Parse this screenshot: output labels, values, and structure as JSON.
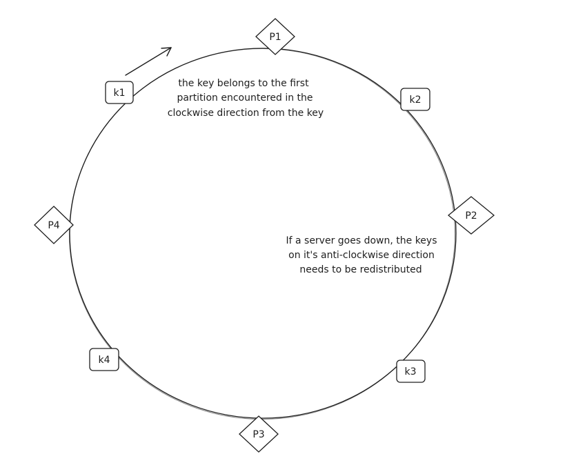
{
  "partitions": [
    {
      "id": "P1",
      "label": "P1"
    },
    {
      "id": "P2",
      "label": "P2"
    },
    {
      "id": "P3",
      "label": "P3"
    },
    {
      "id": "P4",
      "label": "P4"
    }
  ],
  "keys": [
    {
      "id": "k1",
      "label": "k1"
    },
    {
      "id": "k2",
      "label": "k2"
    },
    {
      "id": "k3",
      "label": "k3"
    },
    {
      "id": "k4",
      "label": "k4"
    }
  ],
  "notes": {
    "clockwise": [
      "the key belongs to the first",
      "partition encountered in the",
      "clockwise direction from the key"
    ],
    "failure": [
      "If a server goes down, the keys",
      "on it's anti-clockwise direction",
      "needs to be redistributed"
    ]
  },
  "colors": {
    "stroke": "#1e1e1e",
    "background": "#ffffff"
  }
}
